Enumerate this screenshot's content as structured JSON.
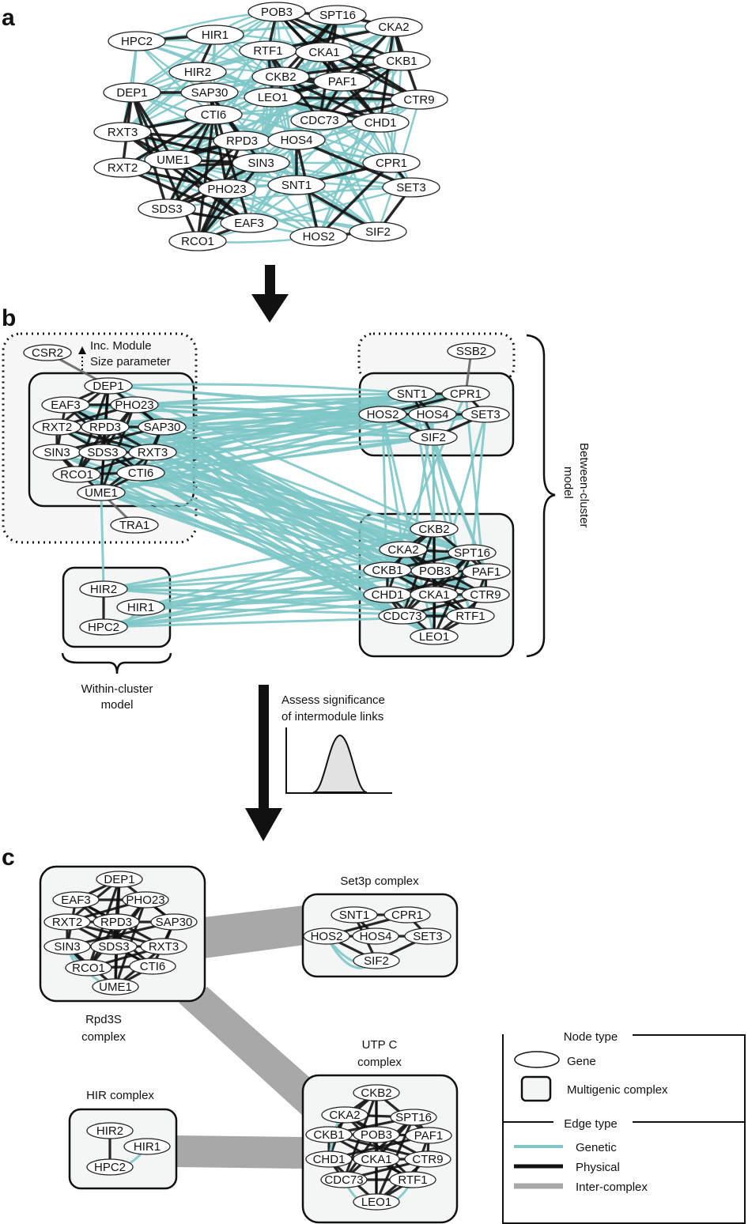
{
  "panels": {
    "a": {
      "letter": "a"
    },
    "b": {
      "letter": "b",
      "module_note_line1": "Inc. Module",
      "module_note_line2": "Size parameter",
      "between_label_line1": "Between-cluster",
      "between_label_line2": "model",
      "within_label_line1": "Within-cluster",
      "within_label_line2": "model",
      "assess_line1": "Assess significance",
      "assess_line2": "of intermodule links"
    },
    "c": {
      "letter": "c",
      "set3_title": "Set3p complex",
      "rpd3s_line1": "Rpd3S",
      "rpd3s_line2": "complex",
      "utpc_line1": "UTP C",
      "utpc_line2": "complex",
      "hir_title": "HIR complex"
    }
  },
  "legend": {
    "node_type_title": "Node type",
    "gene": "Gene",
    "multigenic": "Multigenic complex",
    "edge_type_title": "Edge type",
    "genetic": "Genetic",
    "physical": "Physical",
    "inter_complex": "Inter-complex"
  },
  "colors": {
    "genetic": "#7ec6c8",
    "physical": "#111111",
    "inter_complex": "#a8a8a8",
    "box_fill": "#f4f6f5"
  },
  "networks": {
    "a_genes": [
      "POB3",
      "SPT16",
      "CKA2",
      "HPC2",
      "HIR1",
      "RTF1",
      "CKA1",
      "CKB1",
      "HIR2",
      "CKB2",
      "PAF1",
      "DEP1",
      "SAP30",
      "LEO1",
      "CTR9",
      "CTI6",
      "CDC73",
      "CHD1",
      "RXT3",
      "RPD3",
      "HOS4",
      "UME1",
      "SIN3",
      "CPR1",
      "RXT2",
      "SNT1",
      "SET3",
      "PHO23",
      "SDS3",
      "EAF3",
      "SIF2",
      "HOS2",
      "RCO1"
    ],
    "b_rpd3s": [
      "CSR2",
      "DEP1",
      "EAF3",
      "PHO23",
      "RXT2",
      "RPD3",
      "SAP30",
      "SIN3",
      "SDS3",
      "RXT3",
      "RCO1",
      "CTI6",
      "UME1",
      "TRA1"
    ],
    "b_set3": [
      "SSB2",
      "SNT1",
      "CPR1",
      "HOS2",
      "HOS4",
      "SET3",
      "SIF2"
    ],
    "b_utpc": [
      "CKB2",
      "CKA2",
      "SPT16",
      "CKB1",
      "POB3",
      "PAF1",
      "CHD1",
      "CKA1",
      "CTR9",
      "CDC73",
      "RTF1",
      "LEO1"
    ],
    "b_hir": [
      "HIR2",
      "HIR1",
      "HPC2"
    ],
    "c_rpd3s": [
      "DEP1",
      "EAF3",
      "PHO23",
      "RXT2",
      "RPD3",
      "SAP30",
      "SIN3",
      "SDS3",
      "RXT3",
      "RCO1",
      "CTI6",
      "UME1"
    ],
    "c_set3": [
      "SNT1",
      "CPR1",
      "HOS2",
      "HOS4",
      "SET3",
      "SIF2"
    ],
    "c_utpc": [
      "CKB2",
      "CKA2",
      "SPT16",
      "CKB1",
      "POB3",
      "PAF1",
      "CHD1",
      "CKA1",
      "CTR9",
      "CDC73",
      "RTF1",
      "LEO1"
    ],
    "c_hir": [
      "HIR2",
      "HIR1",
      "HPC2"
    ]
  }
}
